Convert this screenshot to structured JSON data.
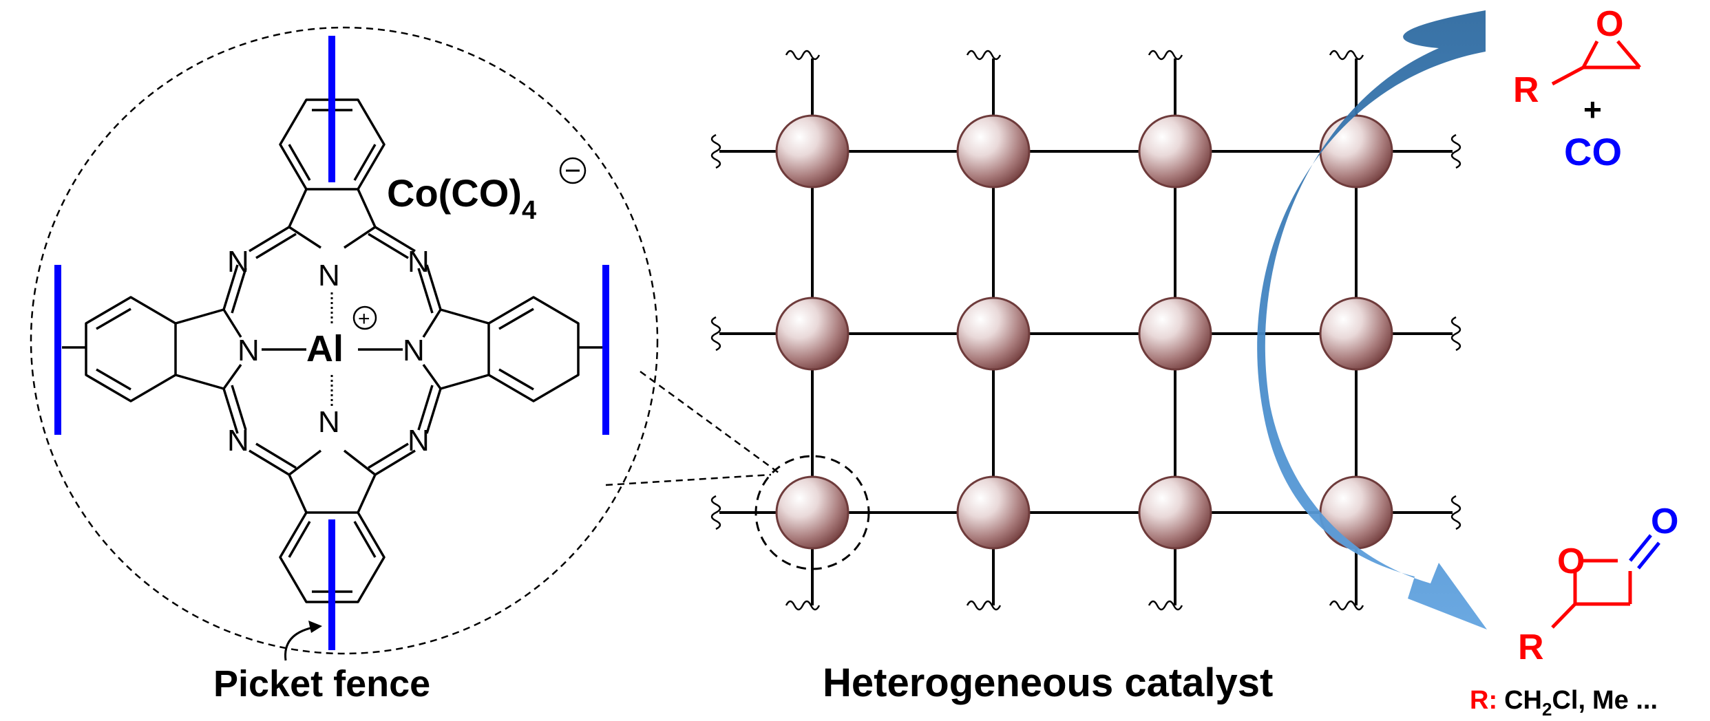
{
  "labels": {
    "picket_fence": "Picket fence",
    "heterogeneous_catalyst": "Heterogeneous catalyst",
    "counter_ion": "Co(CO)",
    "counter_ion_sub": "4",
    "metal": "Al",
    "r_group_label": "R:",
    "r_group_values": "Me ...",
    "r_group_ch2cl_main": "CH",
    "r_group_ch2cl_sub": "2",
    "r_group_ch2cl_tail": "Cl,"
  },
  "atoms": {
    "nitrogen": "N",
    "oxygen": "O",
    "r": "R",
    "plus_sign": "+",
    "co": "CO",
    "charge_plus": "+",
    "charge_minus": "−"
  },
  "colors": {
    "picket_blue": "#0000ff",
    "reactant_red": "#ff0000",
    "co_blue": "#0000ff",
    "node_fill": "#a27474",
    "node_edge": "#6e3b3b",
    "arrow_dark": "#2e6da4",
    "arrow_light": "#5b9bd5",
    "bond": "#000000"
  },
  "icons": {
    "curved_arrow": "curved-arrow-icon",
    "wavy_end": "wavy-bond-end-icon"
  }
}
